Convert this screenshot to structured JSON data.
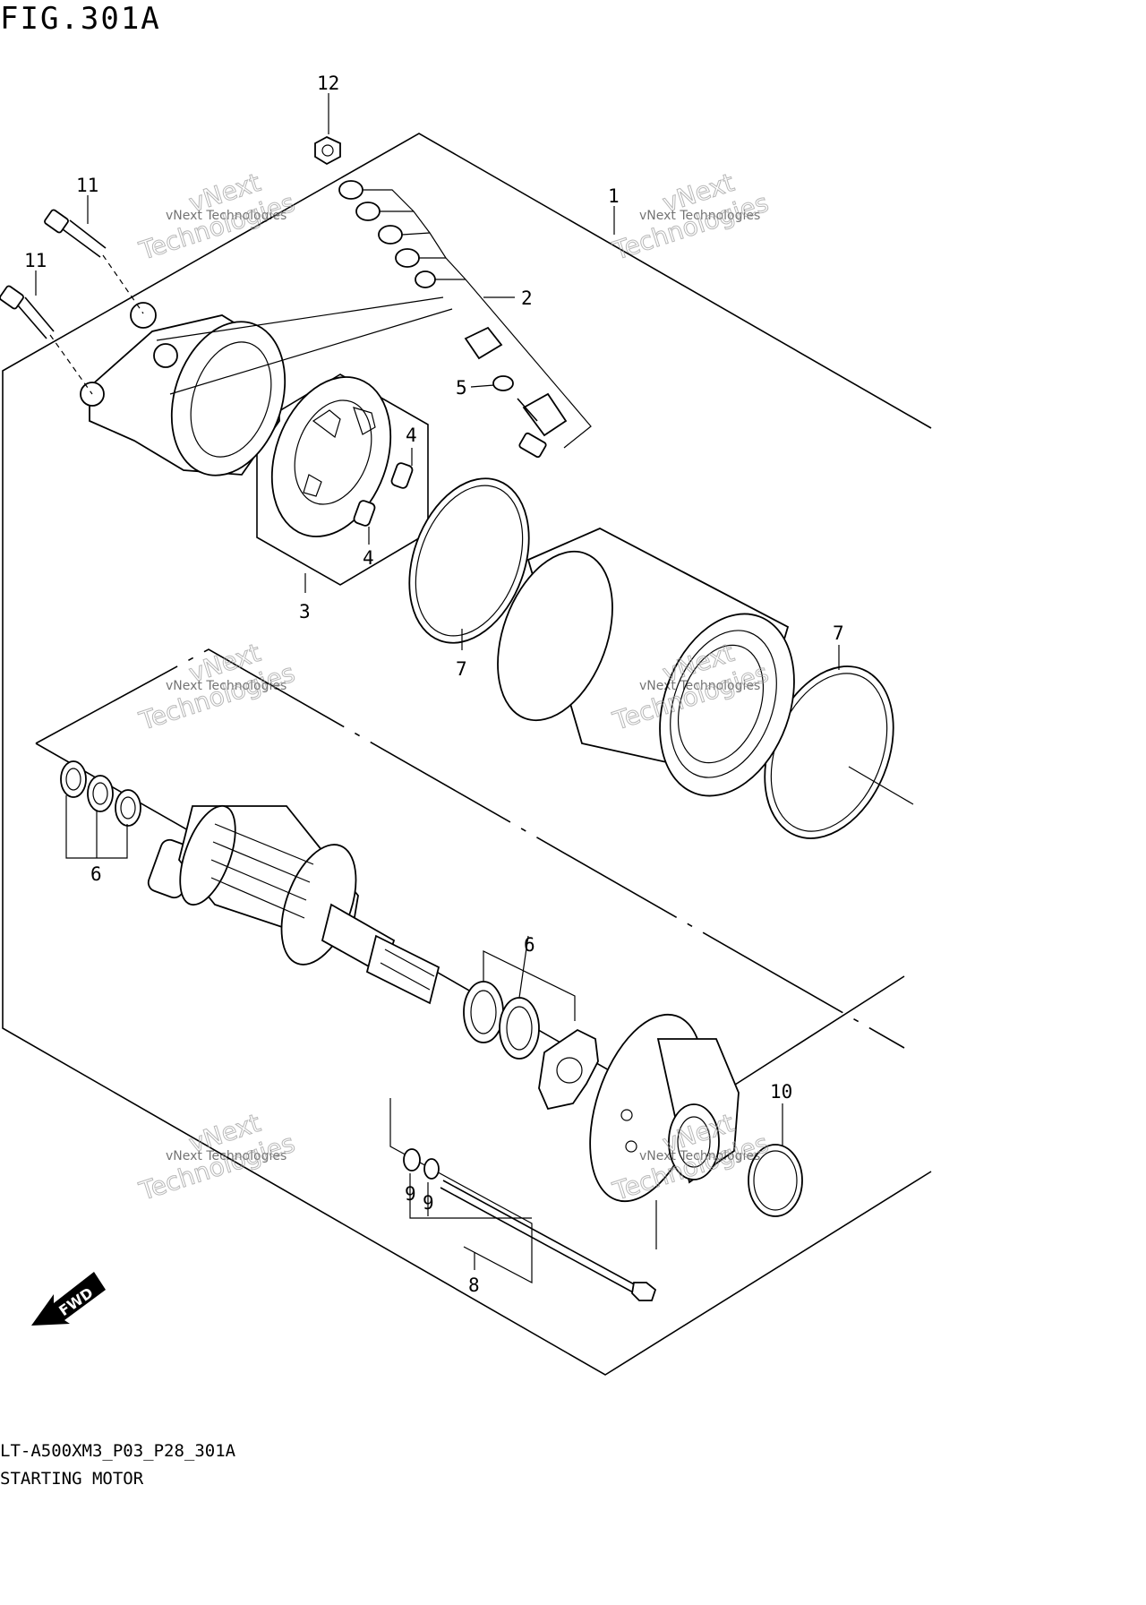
{
  "figure": {
    "title": "FIG.301A",
    "code": "LT-A500XM3_P03_P28_301A",
    "caption": "STARTING MOTOR"
  },
  "watermark": {
    "line1": "vNext Technologies",
    "big_a": "vNext",
    "big_b": "Technologies"
  },
  "callouts": [
    {
      "id": "c1",
      "label": "1"
    },
    {
      "id": "c2",
      "label": "2"
    },
    {
      "id": "c3",
      "label": "3"
    },
    {
      "id": "c4a",
      "label": "4"
    },
    {
      "id": "c4b",
      "label": "4"
    },
    {
      "id": "c5",
      "label": "5"
    },
    {
      "id": "c6a",
      "label": "6"
    },
    {
      "id": "c6b",
      "label": "6"
    },
    {
      "id": "c7a",
      "label": "7"
    },
    {
      "id": "c7b",
      "label": "7"
    },
    {
      "id": "c8",
      "label": "8"
    },
    {
      "id": "c9a",
      "label": "9"
    },
    {
      "id": "c9b",
      "label": "9"
    },
    {
      "id": "c10",
      "label": "10"
    },
    {
      "id": "c11a",
      "label": "11"
    },
    {
      "id": "c11b",
      "label": "11"
    },
    {
      "id": "c12",
      "label": "12"
    }
  ],
  "fwd_label": "FWD"
}
